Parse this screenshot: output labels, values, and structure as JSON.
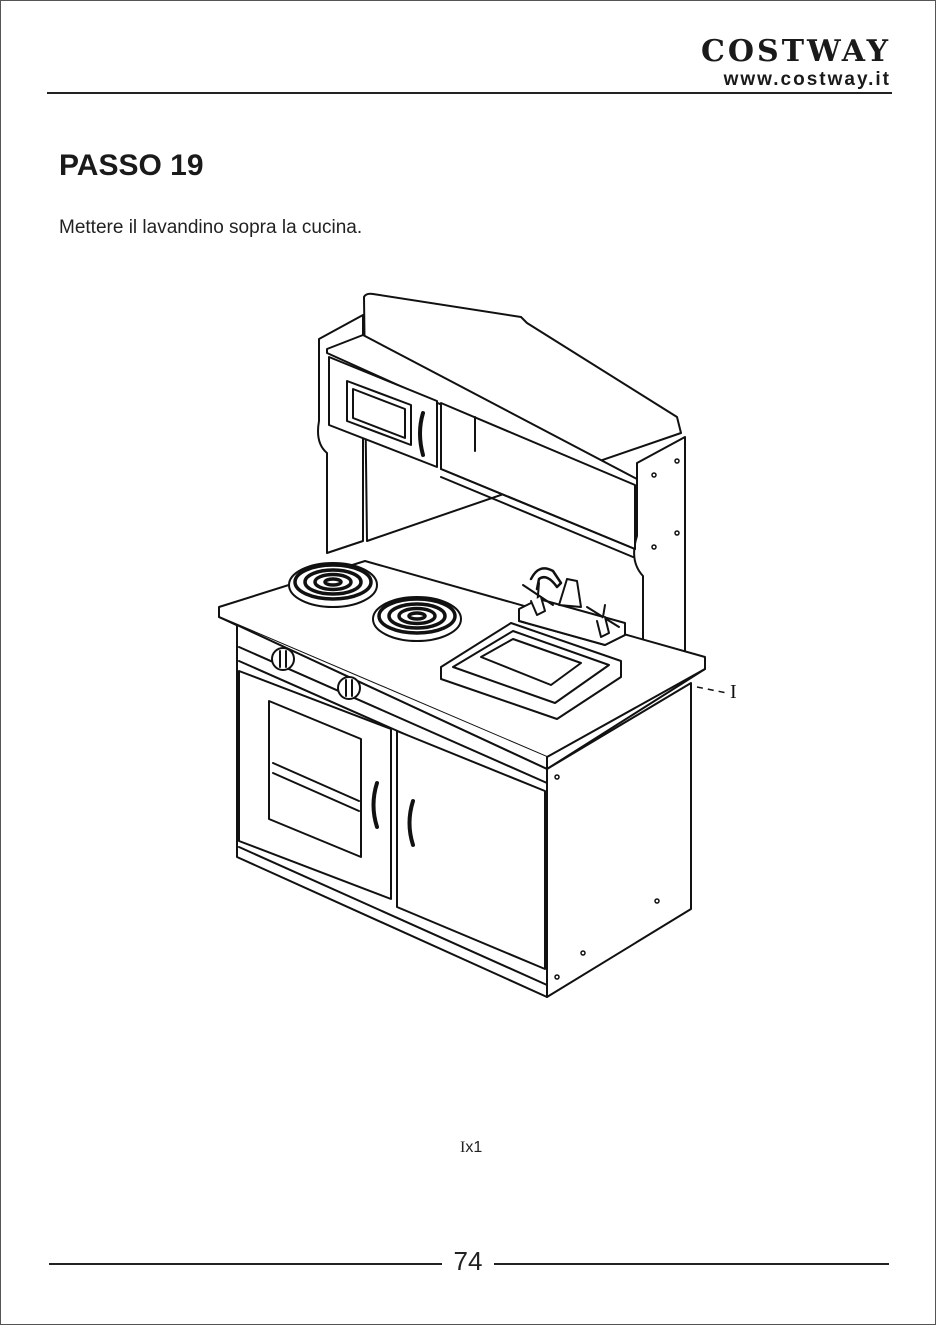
{
  "header": {
    "brand_name": "COSTWAY",
    "brand_url": "www.costway.it"
  },
  "step": {
    "title": "PASSO 19",
    "instruction": "Mettere il lavandino sopra la cucina."
  },
  "illustration": {
    "part_callout": "I"
  },
  "parts": [
    {
      "letter": "I",
      "quantity": "x1"
    }
  ],
  "footer": {
    "page_number": "74"
  }
}
